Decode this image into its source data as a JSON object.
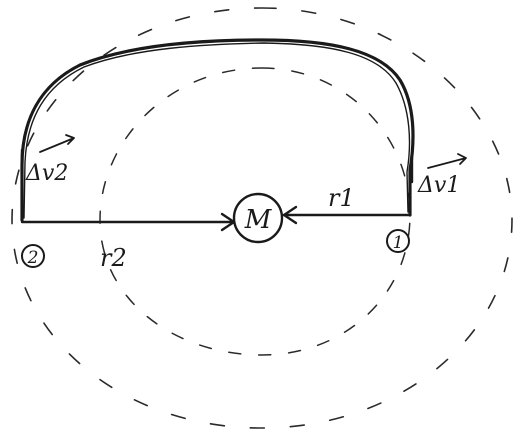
{
  "diagram": {
    "central_body_label": "M",
    "point_1_label": "1",
    "point_2_label": "2",
    "radius_1_label": "r1",
    "radius_2_label": "r2",
    "delta_v1_label": "Δv1",
    "delta_v2_label": "Δv2",
    "ink_color": "#1a1a1a",
    "paper_color": "#ffffff"
  }
}
